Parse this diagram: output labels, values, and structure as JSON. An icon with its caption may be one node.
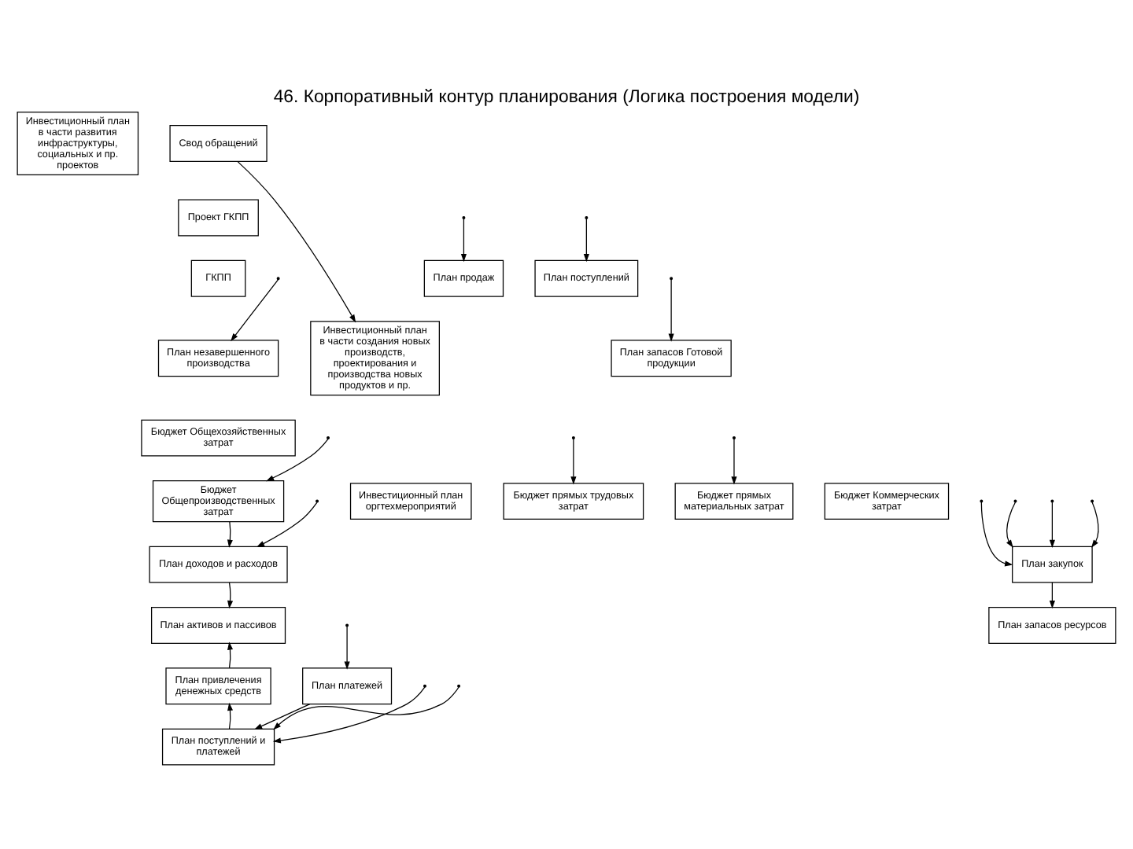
{
  "diagram": {
    "title": "46. Корпоративный контур планирования (Логика построения модели)",
    "nodes": [
      {
        "text": [
          "Инвестиционный план",
          "в части развития инфраструктуры, социальных и пр. проектов"
        ]
      },
      {
        "text": [
          "Свод обращений"
        ]
      },
      {
        "text": [
          "Проект ГКПП"
        ]
      },
      {
        "text": [
          "ГКПП"
        ]
      },
      {
        "text": [
          "План продаж"
        ]
      },
      {
        "text": [
          "План поступлений"
        ]
      },
      {
        "text": [
          "Инвестиционный план",
          "в части создания новых производств, проектирования и производства новых продуктов и пр."
        ]
      },
      {
        "text": [
          "План запасов Готовой продукции"
        ]
      },
      {
        "text": [
          "План незавершенного производства"
        ]
      },
      {
        "text": [
          "Бюджет Общехозяйственных затрат"
        ]
      },
      {
        "text": [
          "Инвестиционный план",
          "оргтехмероприятий"
        ]
      },
      {
        "text": [
          "Бюджет прямых трудовых затрат"
        ]
      },
      {
        "text": [
          "Бюджет прямых материальных затрат"
        ]
      },
      {
        "text": [
          "Бюджет Общепроизводственных затрат"
        ]
      },
      {
        "text": [
          "Бюджет Коммерческих затрат"
        ]
      },
      {
        "text": [
          "План закупок"
        ]
      },
      {
        "text": [
          "План доходов и расходов"
        ]
      },
      {
        "text": [
          "План запасов ресурсов"
        ]
      },
      {
        "text": [
          "План активов и пассивов"
        ]
      },
      {
        "text": [
          "План привлечения денежных средств"
        ]
      },
      {
        "text": [
          "План платежей"
        ]
      },
      {
        "text": [
          "План поступлений и платежей"
        ]
      }
    ],
    "edges": [
      {
        "from": 1,
        "to": 6,
        "arrow": "to"
      },
      {
        "from": null,
        "to": 4,
        "arrow": "to"
      },
      {
        "from": null,
        "to": 5,
        "arrow": "to"
      },
      {
        "from": null,
        "to": 7,
        "arrow": "to"
      },
      {
        "from": null,
        "to": 8,
        "arrow": "to"
      },
      {
        "from": null,
        "to": 11,
        "arrow": "to"
      },
      {
        "from": null,
        "to": 12,
        "arrow": "to"
      },
      {
        "from": null,
        "to": 13,
        "arrow": "to"
      },
      {
        "from": null,
        "to": 15,
        "arrow": "to"
      },
      {
        "from": null,
        "to": 15,
        "arrow": "to"
      },
      {
        "from": null,
        "to": 15,
        "arrow": "to"
      },
      {
        "from": null,
        "to": 15,
        "arrow": "to"
      },
      {
        "from": 15,
        "to": 17,
        "arrow": "to"
      },
      {
        "from": 13,
        "to": 16,
        "arrow": "to"
      },
      {
        "from": null,
        "to": 16,
        "arrow": "to"
      },
      {
        "from": 16,
        "to": 18,
        "arrow": "to"
      },
      {
        "from": 19,
        "to": 18,
        "arrow": "to"
      },
      {
        "from": null,
        "to": 20,
        "arrow": "to"
      },
      {
        "from": null,
        "to": 21,
        "arrow": "to"
      },
      {
        "from": 20,
        "to": 21,
        "arrow": "to"
      },
      {
        "from": null,
        "to": 21,
        "arrow": "to"
      },
      {
        "from": 21,
        "to": 19,
        "arrow": "to"
      }
    ]
  }
}
